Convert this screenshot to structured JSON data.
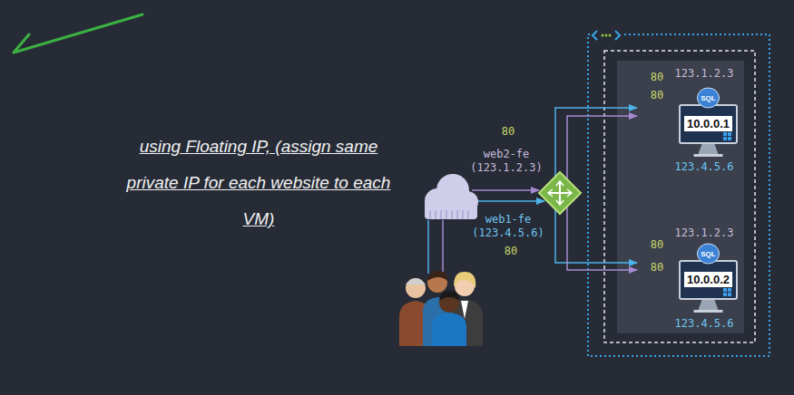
{
  "diagram": {
    "title": "using Floating IP, (assign same private IP for each website to each VM)",
    "nodes": [
      {
        "text": [
          "SQL",
          "10.0.0.1"
        ]
      },
      {
        "text": [
          "SQL",
          "10.0.0.2"
        ]
      }
    ],
    "labels": [
      "80",
      "web2-fe (123.1.2.3)",
      "web1-fe (123.4.5.6)",
      "80",
      "80",
      "123.1.2.3",
      "80",
      "123.4.5.6",
      "123.1.2.3",
      "80",
      "80",
      "123.4.5.6"
    ]
  }
}
